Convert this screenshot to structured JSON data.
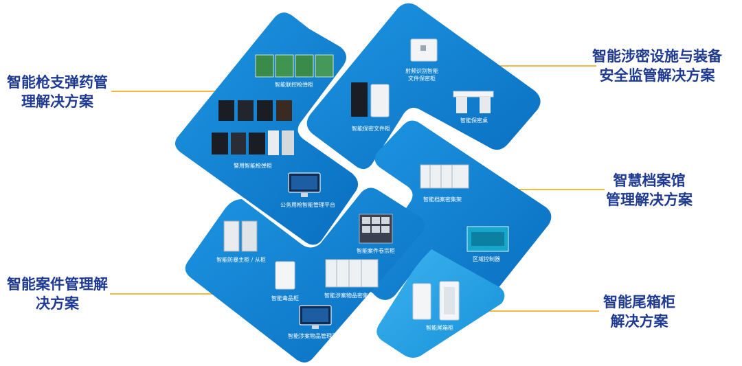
{
  "colors": {
    "label_text": "#1f3a93",
    "connector": "#f0a400",
    "tile_blue": "#0f7fd0",
    "tile_light": "#2aa4ea",
    "background": "#ffffff"
  },
  "categories": [
    {
      "id": "firearms",
      "lines": [
        "智能枪支弹药管",
        "理解决方案"
      ]
    },
    {
      "id": "classified",
      "lines": [
        "智能涉密设施与装备",
        "安全监管解决方案"
      ]
    },
    {
      "id": "archive",
      "lines": [
        "智慧档案馆",
        "管理解决方案"
      ]
    },
    {
      "id": "case",
      "lines": [
        "智能案件管理解",
        "决方案"
      ]
    },
    {
      "id": "tail",
      "lines": [
        "智能尾箱柜",
        "解决方案"
      ]
    }
  ],
  "products": {
    "gun_cabinet_smart_control": "智能联控枪弹柜",
    "police_gun_cabinet": "警用智能枪弹柜",
    "gun_platform": "公务用枪智能管理平台",
    "rfid_file_cabinet_l1": "射频识别智能",
    "rfid_file_cabinet_l2": "文件保密柜",
    "secret_file_cabinet": "智能保密文件柜",
    "secret_desk": "智能保密桌",
    "archive_rack": "智能档案密集架",
    "zone_controller": "区域控制器",
    "tail_box_cabinet": "智能尾箱柜",
    "case_roll_cabinet": "智能案件卷宗柜",
    "anti_riot_cabinet": "智能防暴主柜 / 从柜",
    "drug_cabinet": "智能毒品柜",
    "evidence_rack": "智能涉案物品密集架",
    "evidence_platform": "智能涉案物品管理平台"
  }
}
